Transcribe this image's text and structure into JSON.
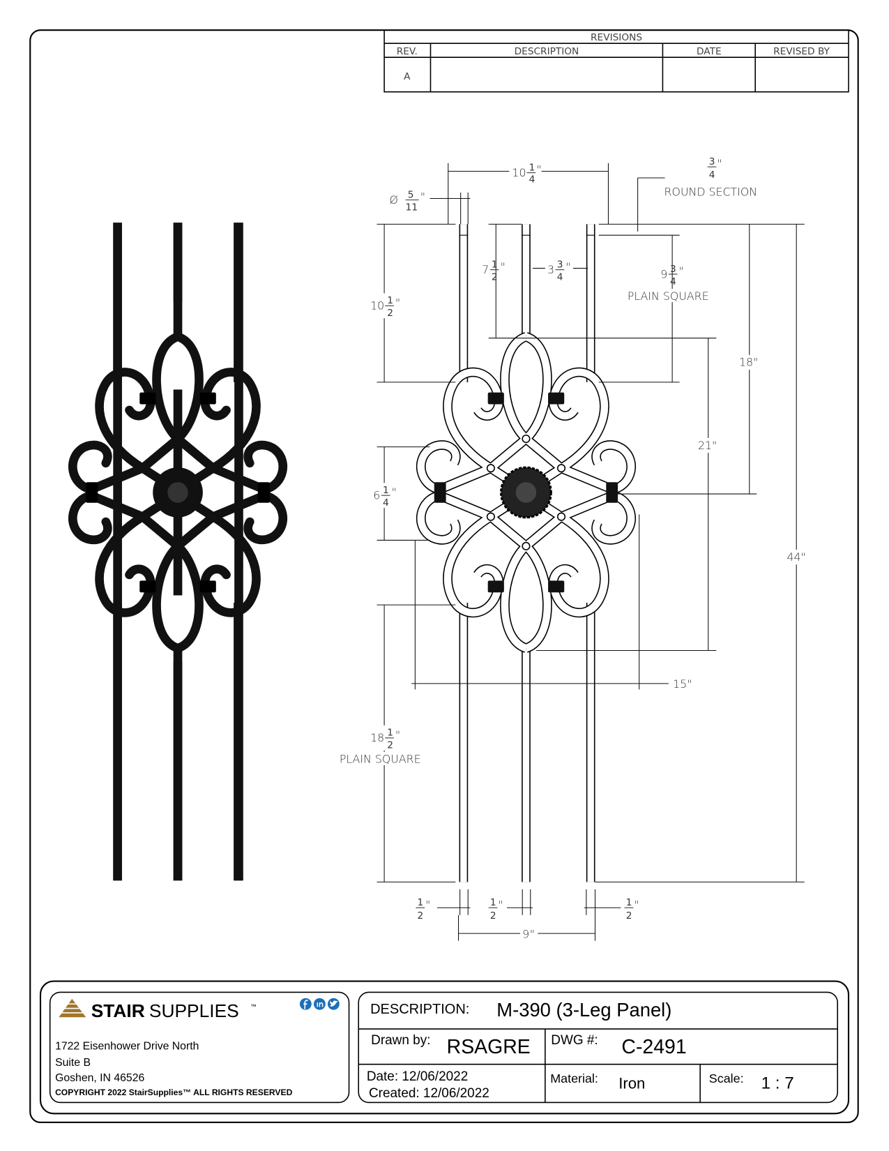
{
  "revisions": {
    "title": "REVISIONS",
    "headers": [
      "REV.",
      "DESCRIPTION",
      "DATE",
      "REVISED BY"
    ],
    "rows": [
      {
        "rev": "A",
        "description": "",
        "date": "",
        "revised_by": ""
      }
    ]
  },
  "dimensions": {
    "inch_mark": "\"",
    "overall_width": {
      "whole": "10",
      "num": "1",
      "den": "4"
    },
    "diameter": {
      "symbol": "Ø",
      "num": "5",
      "den": "11"
    },
    "round_section": {
      "num": "3",
      "den": "4",
      "label": "ROUND SECTION"
    },
    "top_upper": {
      "whole": "7",
      "num": "1",
      "den": "2"
    },
    "leg_spacing": {
      "whole": "3",
      "num": "3",
      "den": "4"
    },
    "plain_square_top": {
      "whole": "9",
      "num": "3",
      "den": "4",
      "label": "PLAIN SQUARE"
    },
    "left_top": {
      "whole": "10",
      "num": "1",
      "den": "2"
    },
    "dim_18": {
      "whole": "18"
    },
    "dim_21": {
      "whole": "21"
    },
    "dim_44": {
      "whole": "44"
    },
    "side_scroll": {
      "whole": "6",
      "num": "1",
      "den": "4"
    },
    "scroll_width": {
      "whole": "15"
    },
    "plain_square_bottom": {
      "whole": "18",
      "num": "1",
      "den": "2",
      "label": "PLAIN SQUARE"
    },
    "bar_left": {
      "num": "1",
      "den": "2"
    },
    "bar_mid": {
      "num": "1",
      "den": "2"
    },
    "bar_right": {
      "num": "1",
      "den": "2"
    },
    "bottom_span": {
      "whole": "9"
    }
  },
  "company": {
    "logo_bold": "STAIR",
    "logo_light": "SUPPLIES",
    "logo_tm": "™",
    "address": [
      "1722 Eisenhower Drive North",
      "Suite B",
      "Goshen, IN 46526"
    ],
    "copyright": "COPYRIGHT 2022 StairSupplies™ ALL RIGHTS RESERVED",
    "social": [
      "facebook-icon",
      "linkedin-icon",
      "twitter-icon"
    ],
    "brand_color": "#a0762a",
    "social_color": "#1d6fb8"
  },
  "title_block": {
    "description_label": "DESCRIPTION:",
    "description": "M-390 (3-Leg Panel)",
    "drawn_by_label": "Drawn by:",
    "drawn_by": "RSAGRE",
    "dwg_label": "DWG #:",
    "dwg": "C-2491",
    "date": "Date: 12/06/2022",
    "created": "Created: 12/06/2022",
    "material_label": "Material:",
    "material": "Iron",
    "scale_label": "Scale:",
    "scale": "1 : 7"
  }
}
